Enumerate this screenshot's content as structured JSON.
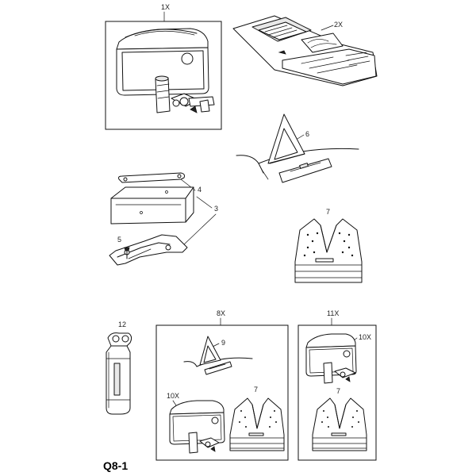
{
  "diagram": {
    "page_code": "Q8-1",
    "callouts": {
      "qty_first_aid_bag": "1X",
      "qty_first_aid_folder": "2X",
      "warning_triangle": "6",
      "strap": "4",
      "holder": "3",
      "screw": "5",
      "vest": "7",
      "qty_kit_8": "8X",
      "triangle_kit_8": "9",
      "bag_kit_8": "10X",
      "vest_kit_8": "7",
      "qty_kit_11": "11X",
      "bag_kit_11": "10X",
      "vest_kit_11": "7",
      "extinguisher": "12"
    },
    "icons": [
      "first-aid-bag-icon",
      "first-aid-folder-icon",
      "warning-triangle-icon",
      "tool-box-icon",
      "holder-bracket-icon",
      "safety-vest-icon",
      "fire-extinguisher-icon"
    ]
  }
}
